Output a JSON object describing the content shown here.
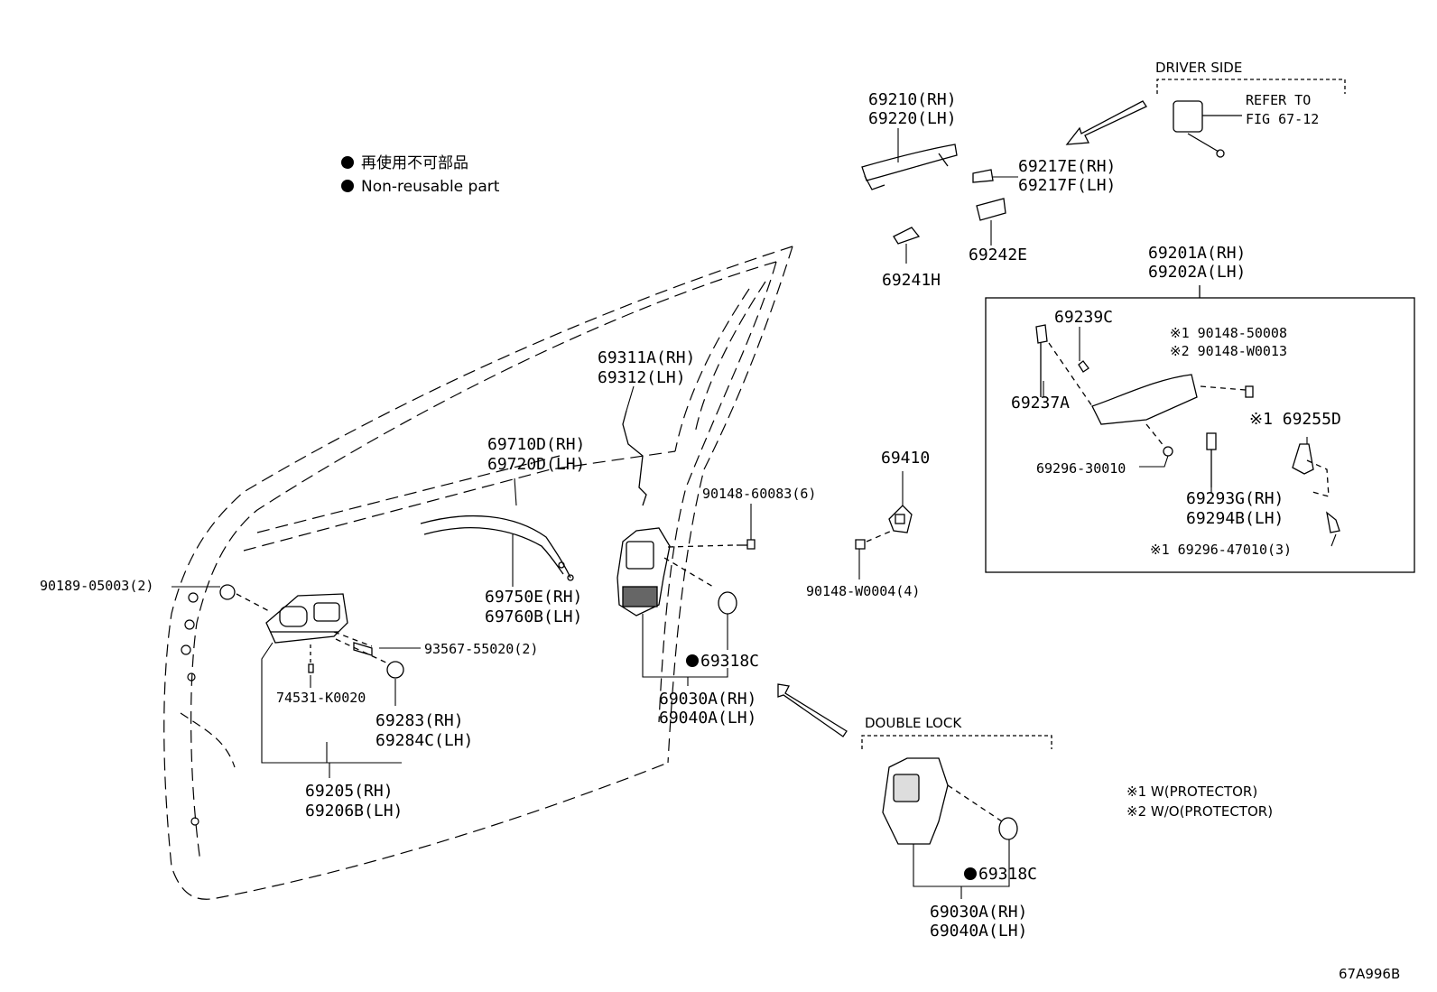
{
  "legend": {
    "line1": "再使用不可部品",
    "line2": "Non-reusable part"
  },
  "headers": {
    "driver_side": "DRIVER SIDE",
    "refer_to_1": "REFER TO",
    "refer_to_2": "FIG 67-12",
    "double_lock": "DOUBLE LOCK"
  },
  "notes": {
    "note1": "※1 W(PROTECTOR)",
    "note2": "※2 W/O(PROTECTOR)"
  },
  "figure_id": "67A996B",
  "parts": {
    "outer_handle_rh": "69210(RH)",
    "outer_handle_lh": "69220(LH)",
    "cover_rh": "69217E(RH)",
    "cover_lh": "69217F(LH)",
    "pad_241": "69241H",
    "pad_242": "69242E",
    "frame_rh": "69201A(RH)",
    "frame_lh": "69202A(LH)",
    "p69239": "69239C",
    "screw_1": "※1 90148-50008",
    "screw_2": "※2 90148-W0013",
    "p69237": "69237A",
    "p69255": "※1 69255D",
    "p69296_30010": "69296-30010",
    "p69293_rh": "69293G(RH)",
    "p69294_lh": "69294B(LH)",
    "p69296_47010": "※1 69296-47010(3)",
    "striker": "69410",
    "striker_screw": "90148-W0004(4)",
    "rod_rh": "69311A(RH)",
    "rod_lh": "69312(LH)",
    "cable_rh": "69710D(RH)",
    "cable_lh": "69720D(LH)",
    "screw_60083": "90148-60083(6)",
    "cable2_rh": "69750E(RH)",
    "cable2_lh": "69760B(LH)",
    "seal_69318": "69318C",
    "lock_rh": "69030A(RH)",
    "lock_lh": "69040A(LH)",
    "clip_90189": "90189-05003(2)",
    "screw_93567": "93567-55020(2)",
    "p74531": "74531-K0020",
    "cap_rh": "69283(RH)",
    "cap_lh": "69284C(LH)",
    "inner_rh": "69205(RH)",
    "inner_lh": "69206B(LH)",
    "dl_seal": "69318C",
    "dl_lock_rh": "69030A(RH)",
    "dl_lock_lh": "69040A(LH)"
  }
}
